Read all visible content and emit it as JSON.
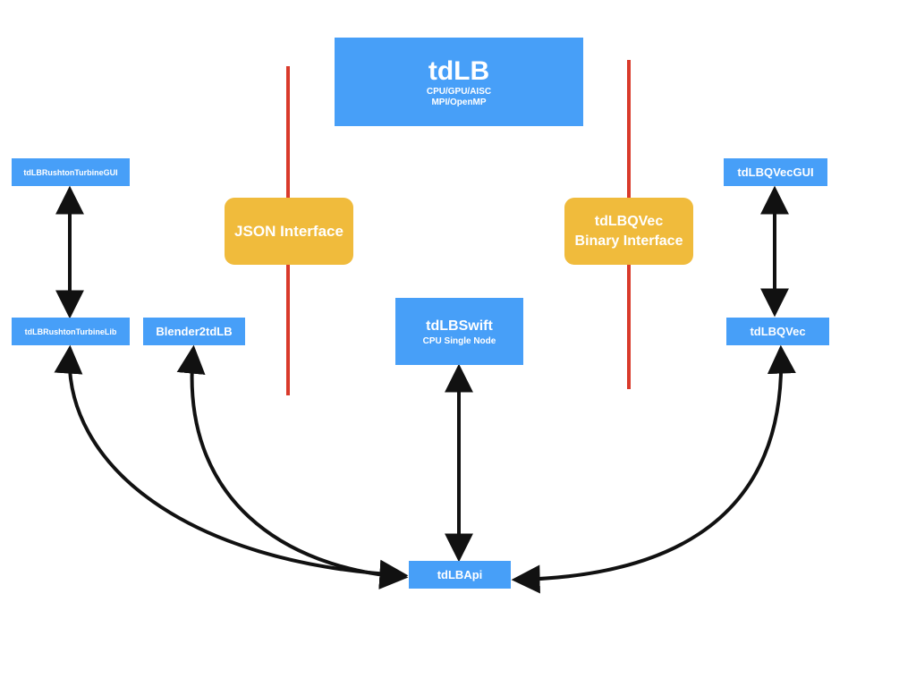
{
  "nodes": {
    "tdlb": {
      "title": "tdLB",
      "line1": "CPU/GPU/AISC",
      "line2": "MPI/OpenMP"
    },
    "json_interface": {
      "label": "JSON Interface"
    },
    "binary_interface": {
      "line1": "tdLBQVec",
      "line2": "Binary Interface"
    },
    "rushton_gui": {
      "label": "tdLBRushtonTurbineGUI"
    },
    "rushton_lib": {
      "label": "tdLBRushtonTurbineLib"
    },
    "blender2tdlb": {
      "label": "Blender2tdLB"
    },
    "tdlbswift": {
      "title": "tdLBSwift",
      "subtitle": "CPU Single Node"
    },
    "qvec_gui": {
      "label": "tdLBQVecGUI"
    },
    "qvec": {
      "label": "tdLBQVec"
    },
    "tdlbapi": {
      "label": "tdLBApi"
    }
  },
  "colors": {
    "node_blue": "#479ff8",
    "interface_yellow": "#f0bb3c",
    "divider_red": "#d93a2b",
    "arrow_black": "#111111"
  }
}
